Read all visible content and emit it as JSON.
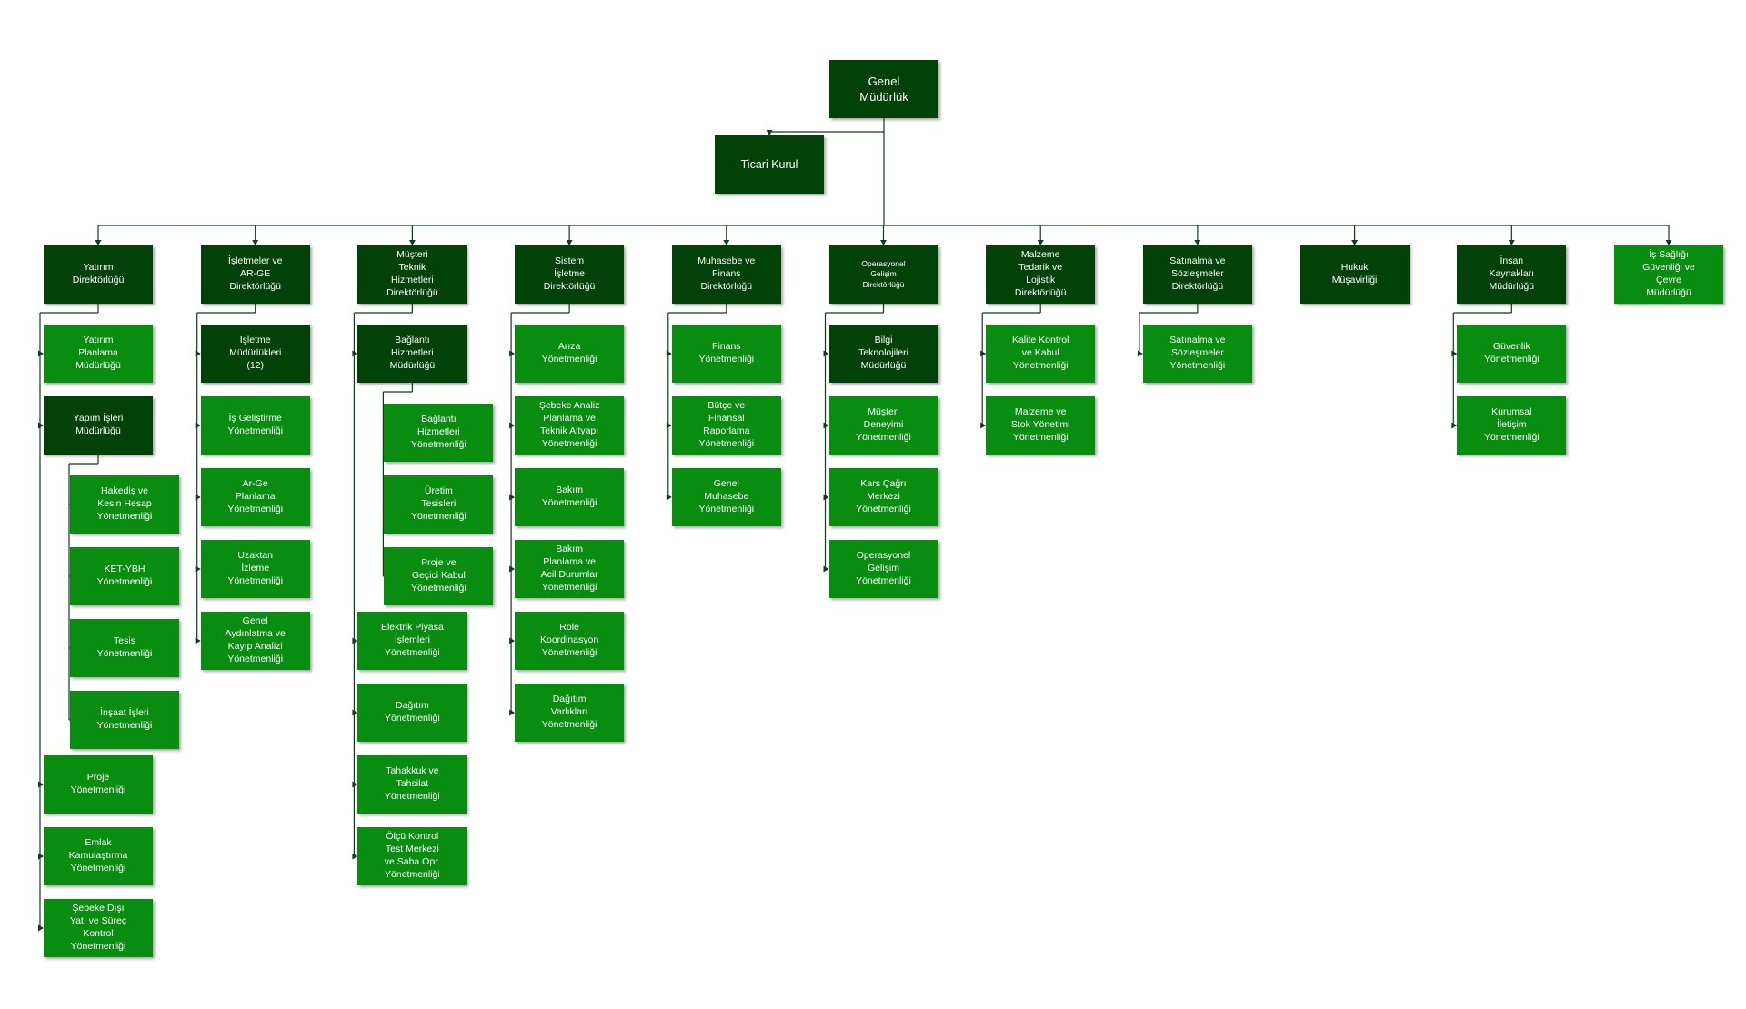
{
  "colors": {
    "dark": "#024209",
    "light": "#098d11",
    "line": "#0f3d14"
  },
  "root": {
    "label": "Genel\nMüdürlük"
  },
  "staff": {
    "label": "Ticari Kurul"
  },
  "columns": [
    {
      "head": "Yatırım\nDirektörlüğü",
      "items": [
        {
          "label": "Yatırım\nPlanlama\nMüdürlüğü"
        },
        {
          "label": "Yapım İşleri\nMüdürlüğü",
          "dark": true,
          "children": [
            {
              "label": "Hakediş ve\nKesin Hesap\nYönetmenliği"
            },
            {
              "label": "KET-YBH\nYönetmenliği"
            },
            {
              "label": "Tesis\nYönetmenliği"
            },
            {
              "label": "İnşaat İşleri\nYönetmenliği"
            }
          ]
        },
        {
          "label": "Proje\nYönetmenliği"
        },
        {
          "label": "Emlak\nKamulaştırma\nYönetmenliği"
        },
        {
          "label": "Şebeke Dışı\nYat. ve Süreç\nKontrol\nYönetmenliği"
        }
      ]
    },
    {
      "head": "İşletmeler ve\nAR-GE\nDirektörlüğü",
      "items": [
        {
          "label": "İşletme\nMüdürlükleri\n(12)",
          "dark": true
        },
        {
          "label": "İş Geliştirme\nYönetmenliği"
        },
        {
          "label": "Ar-Ge\nPlanlama\nYönetmenliği"
        },
        {
          "label": "Uzaktan\nİzleme\nYönetmenliği"
        },
        {
          "label": "Genel\nAydınlatma ve\nKayıp Analizi\nYönetmenliği"
        }
      ]
    },
    {
      "head": "Müşteri\nTeknik\nHizmetleri\nDirektörlüğü",
      "items": [
        {
          "label": "Bağlantı\nHizmetleri\nMüdürlüğü",
          "dark": true,
          "children": [
            {
              "label": "Bağlantı\nHizmetleri\nYönetmenliği"
            },
            {
              "label": "Üretim\nTesisleri\nYönetmenliği"
            },
            {
              "label": "Proje ve\nGeçici Kabul\nYönetmenliği"
            }
          ]
        },
        {
          "label": "Elektrik Piyasa\nİşlemleri\nYönetmenliği"
        },
        {
          "label": "Dağıtım\nYönetmenliği"
        },
        {
          "label": "Tahakkuk ve\nTahsilat\nYönetmenliği"
        },
        {
          "label": "Ölçü Kontrol\nTest Merkezi\nve Saha Opr.\nYönetmenliği"
        }
      ]
    },
    {
      "head": "Sistem\nİşletme\nDirektörlüğü",
      "items": [
        {
          "label": "Arıza\nYönetmenliği"
        },
        {
          "label": "Şebeke Analiz\nPlanlama ve\nTeknik Altyapı\nYönetmenliği"
        },
        {
          "label": "Bakım\nYönetmenliği"
        },
        {
          "label": "Bakım\nPlanlama ve\nAcil Durumlar\nYönetmenliği"
        },
        {
          "label": "Röle\nKoordinasyon\nYönetmenliği"
        },
        {
          "label": "Dağıtım\nVarlıkları\nYönetmenliği"
        }
      ]
    },
    {
      "head": "Muhasebe ve\nFinans\nDirektörlüğü",
      "items": [
        {
          "label": "Finans\nYönetmenliği"
        },
        {
          "label": "Bütçe ve\nFinansal\nRaporlama\nYönetmenliği"
        },
        {
          "label": "Genel\nMuhasebe\nYönetmenliği"
        }
      ]
    },
    {
      "head": "Operasyonel\nGelişim\nDirektörlüğü",
      "small": true,
      "items": [
        {
          "label": "Bilgi\nTeknolojileri\nMüdürlüğü",
          "dark": true
        },
        {
          "label": "Müşteri\nDeneyimi\nYönetmenliği"
        },
        {
          "label": "Kars Çağrı\nMerkezi\nYönetmenliği"
        },
        {
          "label": "Operasyonel\nGelişim\nYönetmenliği"
        }
      ]
    },
    {
      "head": "Malzeme\nTedarik ve\nLojistik\nDirektörlüğü",
      "items": [
        {
          "label": "Kalite Kontrol\nve Kabul\nYönetmenliği"
        },
        {
          "label": "Malzeme ve\nStok Yönetimi\nYönetmenliği"
        }
      ]
    },
    {
      "head": "Satınalma ve\nSözleşmeler\nDirektörlüğü",
      "items": [
        {
          "label": "Satınalma ve\nSözleşmeler\nYönetmenliği"
        }
      ]
    },
    {
      "head": "Hukuk\nMüşavirliği",
      "items": []
    },
    {
      "head": "İnsan\nKaynakları\nMüdürlüğü",
      "items": [
        {
          "label": "Güvenlik\nYönetmenliği"
        },
        {
          "label": "Kurumsal\nİletişim\nYönetmenliği"
        }
      ]
    },
    {
      "head": "İş Sağlığı\nGüvenliği ve\nÇevre\nMüdürlüğü",
      "light": true,
      "items": []
    }
  ]
}
